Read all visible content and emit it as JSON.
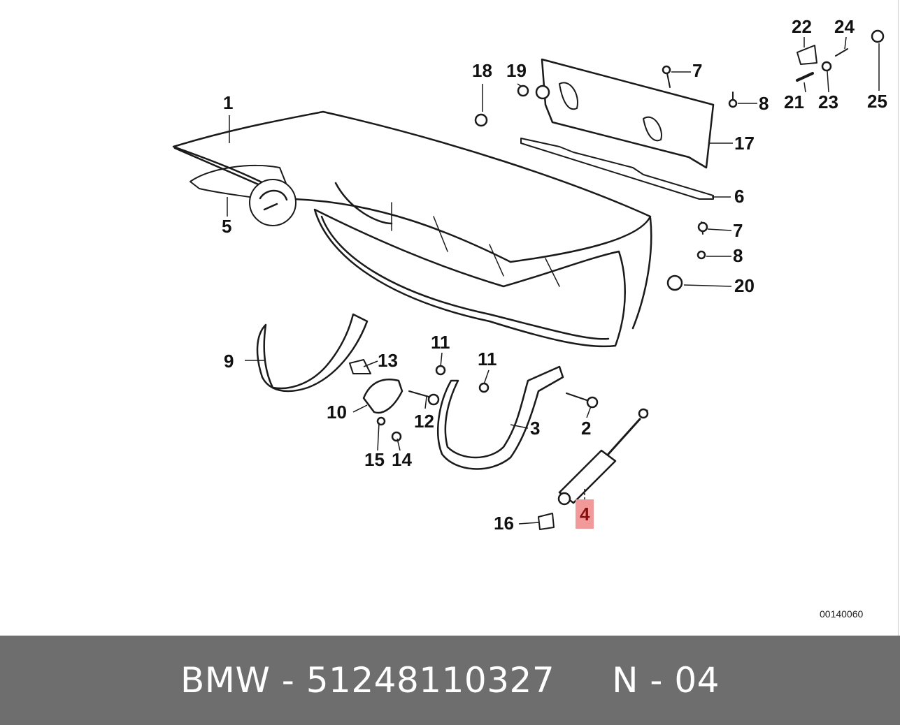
{
  "diagram": {
    "drawing_code": "00140060",
    "highlight_color": "#f29a9a",
    "callouts": [
      {
        "id": "1",
        "label": "1"
      },
      {
        "id": "2",
        "label": "2"
      },
      {
        "id": "3",
        "label": "3"
      },
      {
        "id": "4",
        "label": "4",
        "highlighted": true
      },
      {
        "id": "5",
        "label": "5"
      },
      {
        "id": "6",
        "label": "6"
      },
      {
        "id": "7a",
        "label": "7"
      },
      {
        "id": "7b",
        "label": "7"
      },
      {
        "id": "8a",
        "label": "8"
      },
      {
        "id": "8b",
        "label": "8"
      },
      {
        "id": "9",
        "label": "9"
      },
      {
        "id": "10",
        "label": "10"
      },
      {
        "id": "11a",
        "label": "11"
      },
      {
        "id": "11b",
        "label": "11"
      },
      {
        "id": "12",
        "label": "12"
      },
      {
        "id": "13",
        "label": "13"
      },
      {
        "id": "14",
        "label": "14"
      },
      {
        "id": "15",
        "label": "15"
      },
      {
        "id": "16",
        "label": "16"
      },
      {
        "id": "17",
        "label": "17"
      },
      {
        "id": "18",
        "label": "18"
      },
      {
        "id": "19",
        "label": "19"
      },
      {
        "id": "20",
        "label": "20"
      },
      {
        "id": "21",
        "label": "21"
      },
      {
        "id": "22",
        "label": "22"
      },
      {
        "id": "23",
        "label": "23"
      },
      {
        "id": "24",
        "label": "24"
      },
      {
        "id": "25",
        "label": "25"
      }
    ]
  },
  "footer": {
    "brand": "BMW",
    "part_number": "51248110327",
    "position": "N - 04",
    "background": "#6e6e6e"
  }
}
